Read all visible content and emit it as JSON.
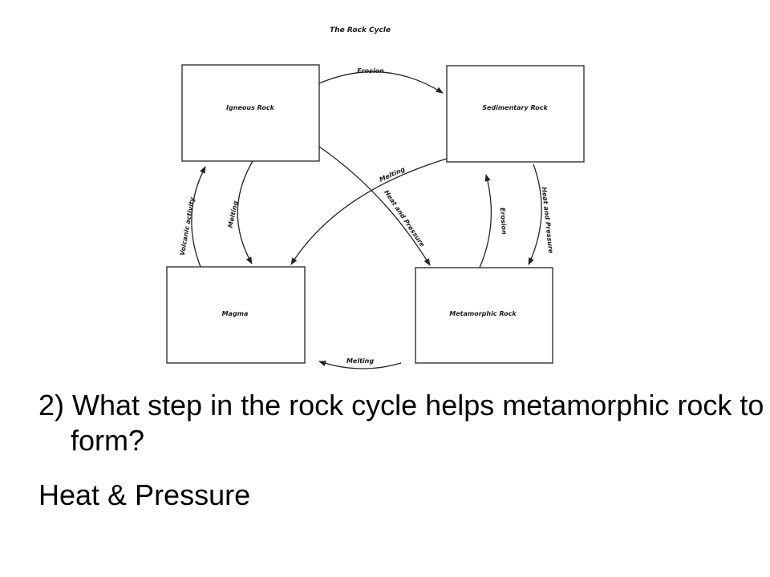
{
  "diagram": {
    "title": "The Rock Cycle",
    "boxes": {
      "igneous": "Igneous Rock",
      "sedimentary": "Sedimentary Rock",
      "magma": "Magma",
      "metamorphic": "Metamorphic Rock"
    },
    "arrows": {
      "igneous_to_sedimentary": "Erosion",
      "metamorphic_to_magma": "Melting",
      "igneous_to_magma": "Melting",
      "magma_to_igneous": "Volcanic activity",
      "sedimentary_to_magma": "Melting",
      "igneous_to_metamorphic": "Heat and Pressure",
      "metamorphic_to_sedimentary": "Erosion",
      "sedimentary_to_metamorphic": "Heat and Pressure"
    }
  },
  "question": "2) What step in the rock cycle helps metamorphic rock to form?",
  "answer": "Heat & Pressure"
}
